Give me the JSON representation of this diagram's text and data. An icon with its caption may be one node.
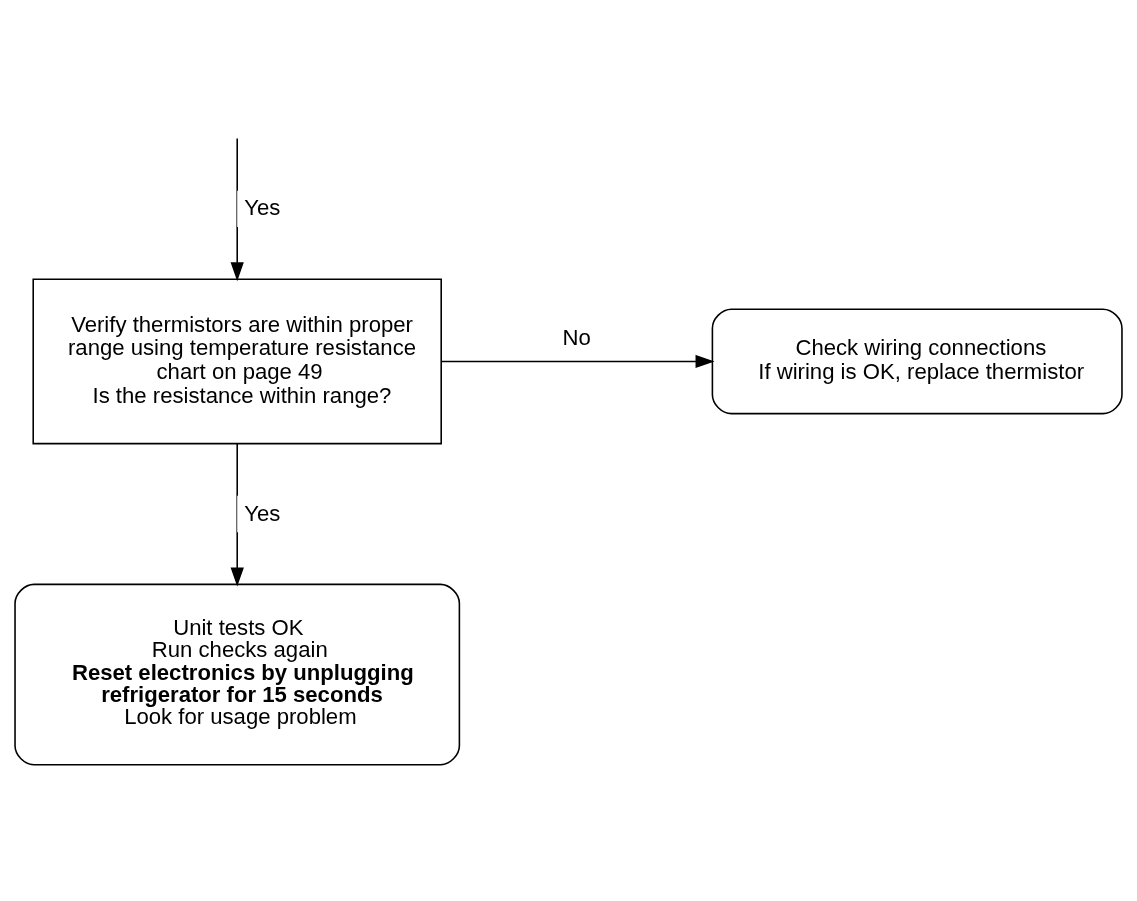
{
  "diagram": {
    "nodes": [
      {
        "text": [
          "Verify thermistors are within proper range using temperature resistance chart on page 49",
          "Is the resistance within range?"
        ]
      },
      {
        "text": [
          "Check wiring connections",
          "If wiring is OK, replace thermistor"
        ]
      },
      {
        "text": [
          "Unit tests OK",
          "Run checks again",
          "**Reset electronics by unplugging refrigerator for 15 seconds**",
          "Look for usage problem"
        ]
      }
    ],
    "edges": [
      {
        "from": null,
        "to": 0,
        "arrow": "to",
        "label": "Yes"
      },
      {
        "from": 0,
        "to": 1,
        "arrow": "to",
        "label": "No"
      },
      {
        "from": 0,
        "to": 2,
        "arrow": "to",
        "label": "Yes"
      }
    ]
  }
}
